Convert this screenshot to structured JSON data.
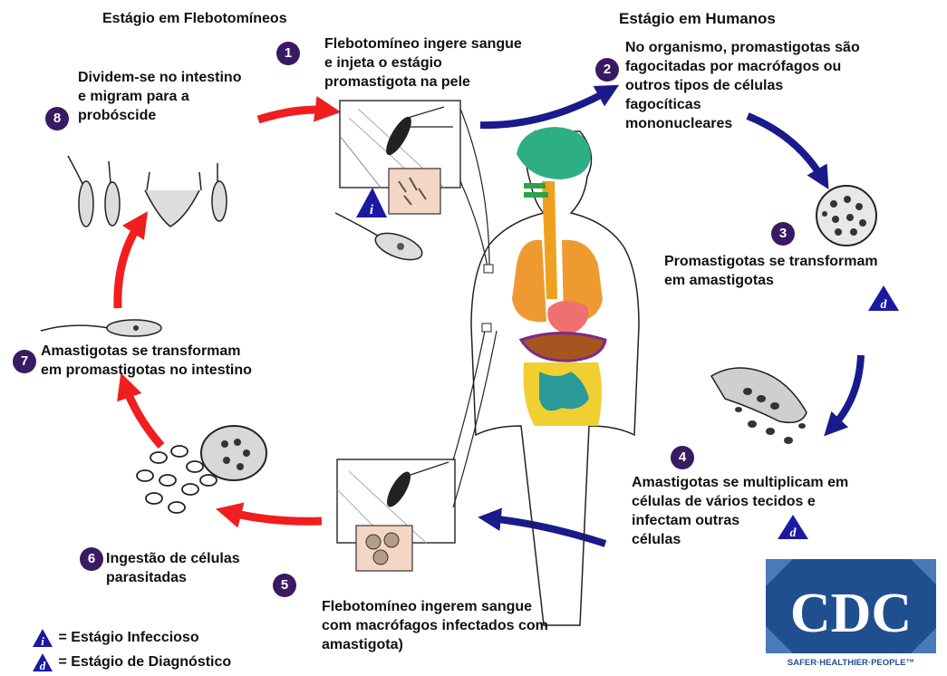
{
  "headers": {
    "sandfly": "Estágio em Flebotomíneos",
    "human": "Estágio em Humanos"
  },
  "steps": [
    {
      "num": "1",
      "lines": [
        "Flebotomíneo ingere sangue",
        "e injeta o estágio",
        "promastigota na pele"
      ]
    },
    {
      "num": "2",
      "lines": [
        "No organismo, promastigotas são",
        "fagocitadas por macrófagos ou",
        "outros tipos de células",
        "fagocíticas",
        "mononucleares"
      ]
    },
    {
      "num": "3",
      "lines": [
        "Promastigotas se transformam",
        "em amastigotas"
      ]
    },
    {
      "num": "4",
      "lines": [
        "Amastigotas  se multiplicam em",
        "células de vários tecidos e",
        "infectam outras",
        "células"
      ]
    },
    {
      "num": "5",
      "lines": [
        "Flebotomíneo ingerem sangue",
        "com macrófagos infectados com",
        "amastigota)"
      ]
    },
    {
      "num": "6",
      "lines": [
        "Ingestão de células",
        "parasitadas"
      ]
    },
    {
      "num": "7",
      "lines": [
        "Amastigotas se transformam",
        "em promastigotas no intestino"
      ]
    },
    {
      "num": "8",
      "lines": [
        "Dividem-se no intestino",
        "e migram para a",
        "probóscide"
      ]
    }
  ],
  "legend": {
    "infective": {
      "symbol": "i",
      "label": "= Estágio Infeccioso"
    },
    "diagnostic": {
      "symbol": "d",
      "label": "= Estágio de Diagnóstico"
    }
  },
  "logo": {
    "text": "CDC",
    "tagline": "SAFER·HEALTHIER·PEOPLE™"
  },
  "colors": {
    "red_arrow": "#f01e1e",
    "blue_arrow": "#1a1a8c",
    "number_circle": "#3a1a63",
    "cdc_blue": "#1f4f8f"
  }
}
